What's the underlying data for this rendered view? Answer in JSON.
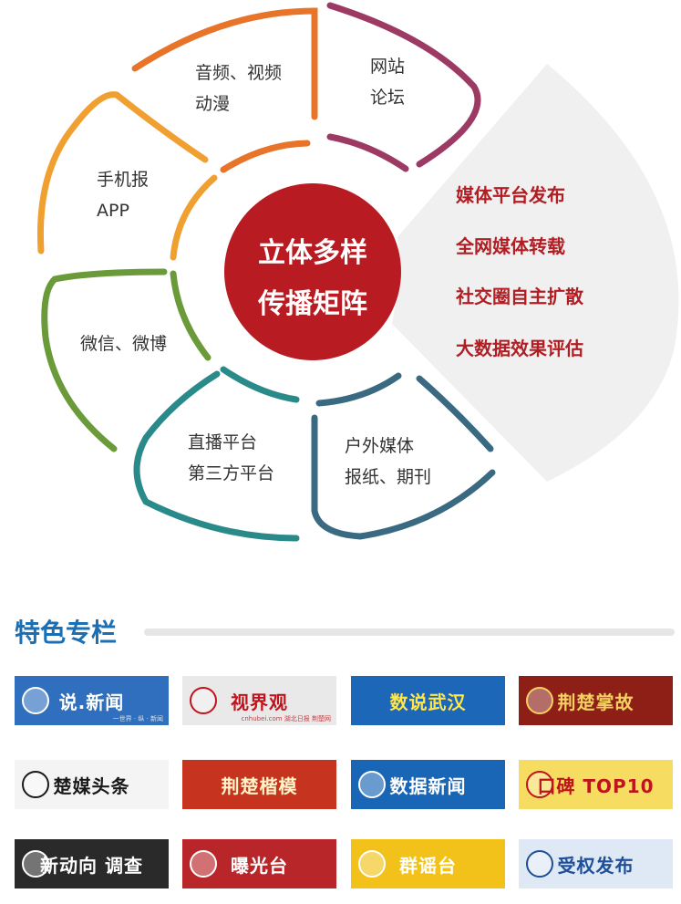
{
  "center": {
    "line1": "立体多样",
    "line2": "传播矩阵"
  },
  "segments": [
    {
      "id": "audio-video",
      "line1": "音频、视频",
      "line2": "动漫",
      "color": "#e8742a"
    },
    {
      "id": "website-forum",
      "line1": "网站",
      "line2": "论坛",
      "color": "#9c3a63"
    },
    {
      "id": "mobile-app",
      "line1": "手机报",
      "line2": "APP",
      "color": "#f0a030"
    },
    {
      "id": "wechat-weibo",
      "line1": "微信、微博",
      "line2": "",
      "color": "#6a9a3a"
    },
    {
      "id": "live-platform",
      "line1": "直播平台",
      "line2": "第三方平台",
      "color": "#2a8a8a"
    },
    {
      "id": "outdoor-print",
      "line1": "户外媒体",
      "line2": "报纸、期刊",
      "color": "#3a6a82"
    }
  ],
  "channels": [
    "媒体平台发布",
    "全网媒体转载",
    "社交圈自主扩散",
    "大数据效果评估"
  ],
  "colors": {
    "center": "#b81c22",
    "channels": "#b01e24",
    "section_title": "#1a6fb5",
    "panel": "#f0f0f0"
  },
  "section": {
    "title": "特色专栏"
  },
  "tiles": [
    {
      "text": "说.新闻",
      "sub": "一世界 · 纵 · 新闻",
      "bg": "#2f6fbd",
      "fg": "#ffffff",
      "icon": "speech-bubble-icon"
    },
    {
      "text": "视界观",
      "sub": "cnhubei.com   湖北日报 荆楚网",
      "bg": "#e9e9e9",
      "fg": "#c0141c",
      "icon": "logo-mark-icon"
    },
    {
      "text": "数说武汉",
      "sub": "",
      "bg": "#1d67b8",
      "fg": "#ffe64a",
      "icon": ""
    },
    {
      "text": "荆楚掌故",
      "sub": "",
      "bg": "#8e1f17",
      "fg": "#f4d060",
      "icon": "tower-icon"
    },
    {
      "text": "楚媒头条",
      "sub": "",
      "bg": "#f4f4f4",
      "fg": "#1a1a1a",
      "icon": "person-icon"
    },
    {
      "text": "荆楚楷模",
      "sub": "",
      "bg": "#c6331e",
      "fg": "#fff3c8",
      "icon": ""
    },
    {
      "text": "数据新闻",
      "sub": "",
      "bg": "#1a66b6",
      "fg": "#ffffff",
      "icon": "globe-icon"
    },
    {
      "text": "口碑 TOP10",
      "sub": "",
      "bg": "#f6dc60",
      "fg": "#c0141c",
      "icon": "thumbs-up-icon"
    },
    {
      "text": "新动向 调查",
      "sub": "",
      "bg": "#2a2a2a",
      "fg": "#ffffff",
      "icon": "magnifier-icon"
    },
    {
      "text": "曝光台",
      "sub": "",
      "bg": "#b8262a",
      "fg": "#ffffff",
      "icon": "camera-icon"
    },
    {
      "text": "群谣台",
      "sub": "",
      "bg": "#f2c21a",
      "fg": "#ffffff",
      "icon": "fist-icon"
    },
    {
      "text": "受权发布",
      "sub": "",
      "bg": "#dfe9f5",
      "fg": "#1e4f98",
      "icon": "microphone-icon"
    }
  ]
}
